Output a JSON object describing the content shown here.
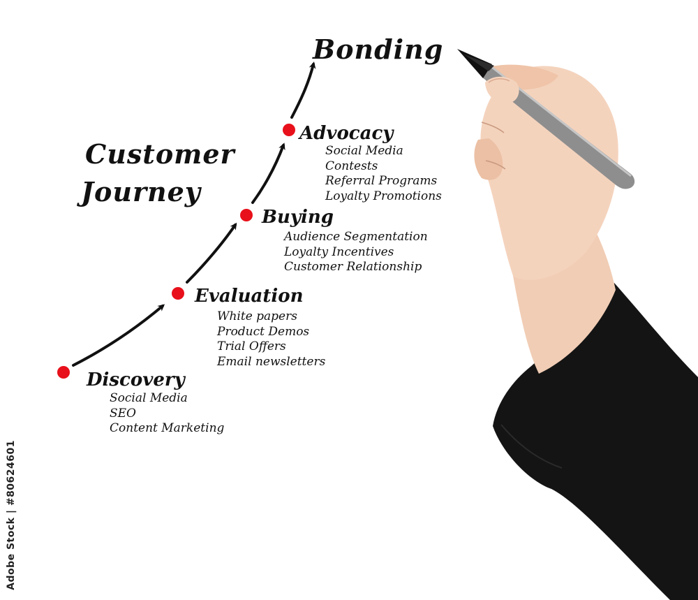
{
  "diagram": {
    "title_line1": "Customer",
    "title_line2": "Journey",
    "final_stage": "Bonding",
    "accent_color": "#e8101a",
    "stages": [
      {
        "name": "Discovery",
        "items": [
          "Social Media",
          "SEO",
          "Content Marketing"
        ]
      },
      {
        "name": "Evaluation",
        "items": [
          "White papers",
          "Product Demos",
          "Trial Offers",
          "Email newsletters"
        ]
      },
      {
        "name": "Buying",
        "items": [
          "Audience Segmentation",
          "Loyalty Incentives",
          "Customer Relationship"
        ]
      },
      {
        "name": "Advocacy",
        "items": [
          "Social Media",
          "Contests",
          "Referral Programs",
          "Loyalty Promotions"
        ]
      }
    ]
  },
  "watermark": {
    "text": "Adobe Stock | #80624601"
  }
}
